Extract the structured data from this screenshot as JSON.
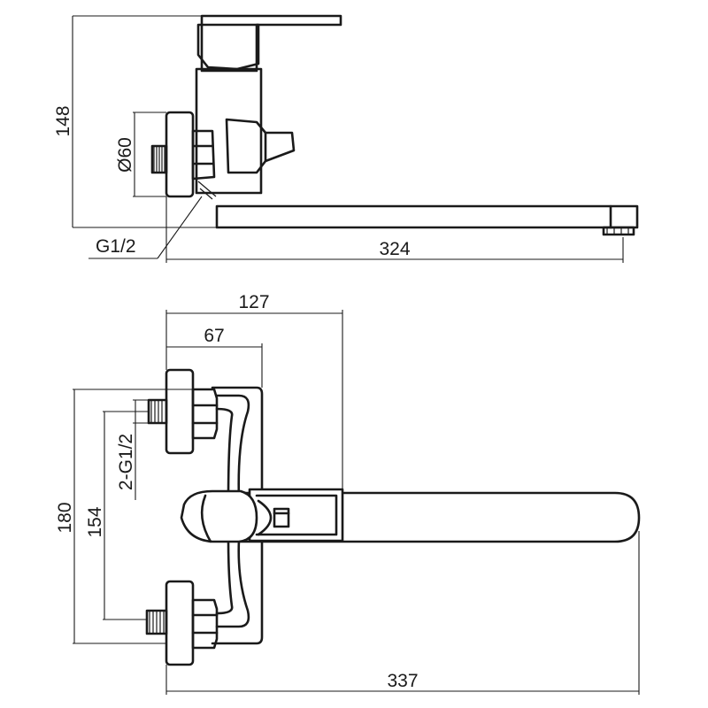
{
  "side_view": {
    "height_label": "148",
    "flange_diameter_label": "Ø60",
    "thread_label": "G1/2",
    "length_label": "324"
  },
  "front_view": {
    "offset_outer_label": "127",
    "offset_inner_label": "67",
    "thread_label": "2-G1/2",
    "center_distance_label": "154",
    "height_label": "180",
    "length_label": "337"
  },
  "colors": {
    "line": "#1a1a1a",
    "background": "#ffffff"
  }
}
